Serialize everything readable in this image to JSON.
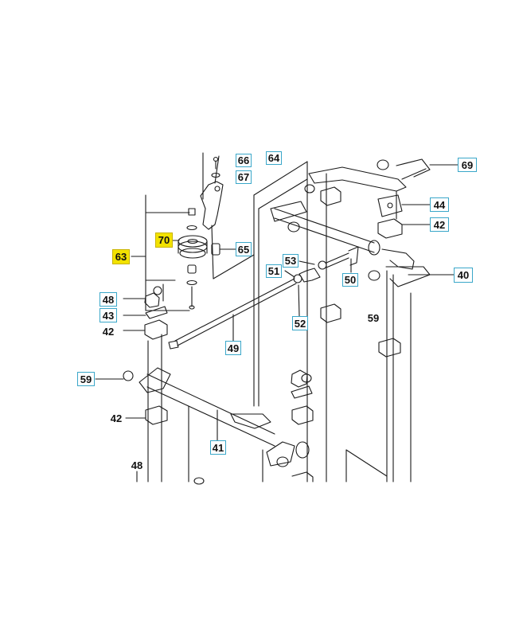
{
  "colors": {
    "line": "#1a1a1a",
    "callout_border": "#3aa7c9",
    "highlight_fill": "#f2e200",
    "highlight_border": "#c9b300"
  },
  "callouts": [
    {
      "id": "66",
      "label": "66",
      "style": "boxed"
    },
    {
      "id": "67",
      "label": "67",
      "style": "boxed"
    },
    {
      "id": "64",
      "label": "64",
      "style": "boxed"
    },
    {
      "id": "69",
      "label": "69",
      "style": "boxed"
    },
    {
      "id": "44",
      "label": "44",
      "style": "boxed"
    },
    {
      "id": "42a",
      "label": "42",
      "style": "boxed"
    },
    {
      "id": "70",
      "label": "70",
      "style": "highlight"
    },
    {
      "id": "65",
      "label": "65",
      "style": "boxed"
    },
    {
      "id": "63",
      "label": "63",
      "style": "highlight"
    },
    {
      "id": "53",
      "label": "53",
      "style": "boxed"
    },
    {
      "id": "51",
      "label": "51",
      "style": "boxed"
    },
    {
      "id": "50",
      "label": "50",
      "style": "boxed"
    },
    {
      "id": "40",
      "label": "40",
      "style": "boxed"
    },
    {
      "id": "48a",
      "label": "48",
      "style": "boxed"
    },
    {
      "id": "43",
      "label": "43",
      "style": "boxed"
    },
    {
      "id": "42b",
      "label": "42",
      "style": "plain"
    },
    {
      "id": "59a",
      "label": "59",
      "style": "plain"
    },
    {
      "id": "52",
      "label": "52",
      "style": "boxed"
    },
    {
      "id": "49",
      "label": "49",
      "style": "boxed"
    },
    {
      "id": "59b",
      "label": "59",
      "style": "boxed"
    },
    {
      "id": "42c",
      "label": "42",
      "style": "plain"
    },
    {
      "id": "41",
      "label": "41",
      "style": "boxed"
    },
    {
      "id": "48b",
      "label": "48",
      "style": "plain"
    }
  ]
}
